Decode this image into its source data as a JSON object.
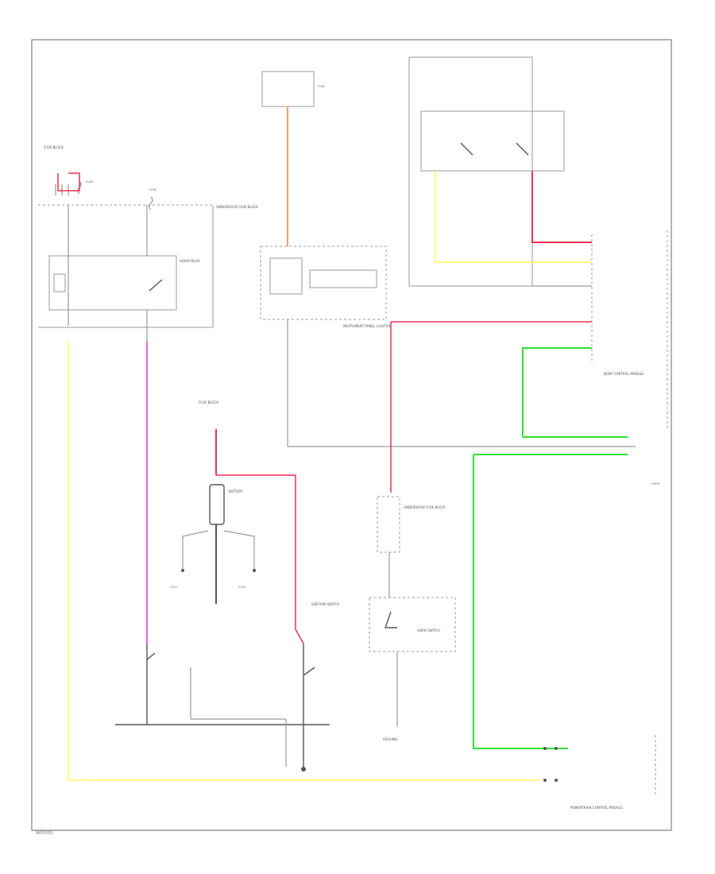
{
  "colors": {
    "wire_yellow": "#ffff80",
    "wire_pink": "#f060f0",
    "wire_red": "#f03050",
    "wire_green": "#30e030",
    "wire_orange": "#f0a070",
    "wire_gray": "#9a9a9a",
    "frame": "#808080"
  },
  "labels": {
    "fuse_block_top_left": "FUSE BLOCK",
    "underhood_fuse_block": "UNDERHOOD FUSE BLOCK",
    "horn_relay": "HORN RELAY",
    "fuse_block_center": "FUSE BLOCK",
    "battery": "BATTERY",
    "ignition_switch": "IGNITION SWITCH",
    "instrument_panel_cluster": "INSTRUMENT PANEL CLUSTER",
    "body_control_module": "BODY CONTROL MODULE",
    "underhood_fuse_block_lower": "UNDERHOOD FUSE BLOCK",
    "horn_switch": "HORN SWITCH",
    "ground": "GROUND",
    "powertrain_control_module": "POWERTRAIN CONTROL MODULE",
    "diagram_ref": "W0000"
  }
}
